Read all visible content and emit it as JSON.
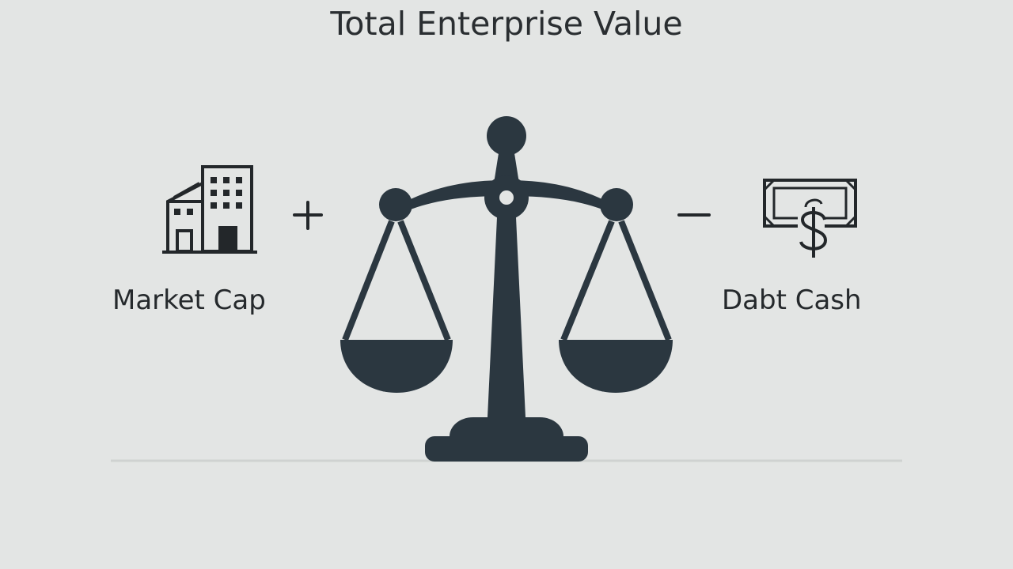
{
  "title": "Total Enterprise Value",
  "left_item": {
    "label": "Market Cap",
    "icon": "office-building-icon",
    "operator": "+"
  },
  "right_item": {
    "label": "Dabt Cash",
    "icon": "banknote-dollar-icon",
    "operator": "−"
  },
  "center_icon": "balance-scale-icon",
  "colors": {
    "background": "#e3e5e4",
    "ink": "#2a2e31",
    "scale": "#2b3740"
  }
}
